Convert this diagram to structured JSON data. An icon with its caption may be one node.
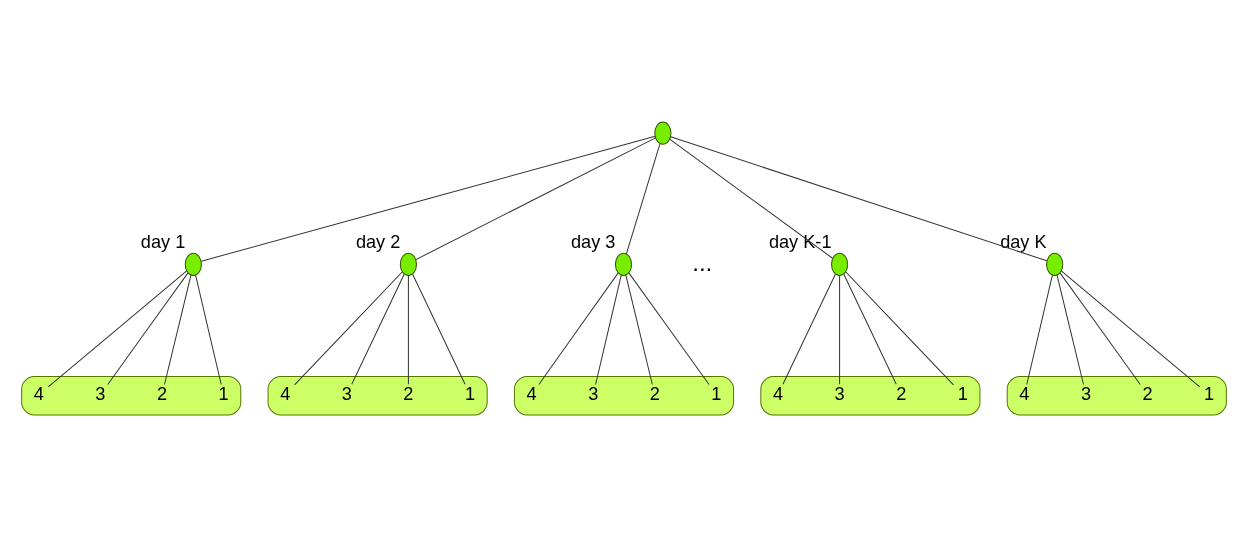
{
  "diagram": {
    "nodes": [
      {
        "text": [],
        "shape": "circle"
      },
      {
        "text": [],
        "shape": "circle",
        "beside": [
          "day 1"
        ]
      },
      {
        "text": [],
        "shape": "ellipse"
      },
      {
        "text": [
          "1"
        ],
        "in": 2
      },
      {
        "text": [
          "2"
        ],
        "in": 2
      },
      {
        "text": [
          "3"
        ],
        "in": 2
      },
      {
        "text": [
          "4"
        ],
        "in": 2
      },
      {
        "text": [],
        "shape": "circle",
        "beside": [
          "day 2"
        ]
      },
      {
        "text": [],
        "shape": "ellipse"
      },
      {
        "text": [
          "1"
        ],
        "in": 8
      },
      {
        "text": [
          "2"
        ],
        "in": 8
      },
      {
        "text": [
          "3"
        ],
        "in": 8
      },
      {
        "text": [
          "4"
        ],
        "in": 8
      },
      {
        "text": [],
        "shape": "circle",
        "beside": [
          "day 3"
        ]
      },
      {
        "text": [],
        "shape": "ellipse"
      },
      {
        "text": [
          "1"
        ],
        "in": 14
      },
      {
        "text": [
          "2"
        ],
        "in": 14
      },
      {
        "text": [
          "3"
        ],
        "in": 14
      },
      {
        "text": [
          "4"
        ],
        "in": 14
      },
      {
        "text": [],
        "shape": "circle",
        "beside": [
          "day K-1"
        ]
      },
      {
        "text": [],
        "shape": "ellipse"
      },
      {
        "text": [
          "1"
        ],
        "in": 20
      },
      {
        "text": [
          "2"
        ],
        "in": 20
      },
      {
        "text": [
          "3"
        ],
        "in": 20
      },
      {
        "text": [
          "4"
        ],
        "in": 20
      },
      {
        "text": [],
        "shape": "circle",
        "beside": [
          "day K"
        ]
      },
      {
        "text": [],
        "shape": "ellipse"
      },
      {
        "text": [
          "1"
        ],
        "in": 26
      },
      {
        "text": [
          "2"
        ],
        "in": 26
      },
      {
        "text": [
          "3"
        ],
        "in": 26
      },
      {
        "text": [
          "4"
        ],
        "in": 26
      }
    ],
    "edges": [
      {
        "from": 0,
        "to": 1,
        "arrow": "none"
      },
      {
        "from": 0,
        "to": 7,
        "arrow": "none"
      },
      {
        "from": 0,
        "to": 13,
        "arrow": "none"
      },
      {
        "from": 0,
        "to": 19,
        "arrow": "none"
      },
      {
        "from": 0,
        "to": 25,
        "arrow": "none"
      },
      {
        "from": 1,
        "to": 3,
        "arrow": "none"
      },
      {
        "from": 1,
        "to": 4,
        "arrow": "none"
      },
      {
        "from": 1,
        "to": 5,
        "arrow": "none"
      },
      {
        "from": 1,
        "to": 6,
        "arrow": "none"
      },
      {
        "from": 7,
        "to": 9,
        "arrow": "none"
      },
      {
        "from": 7,
        "to": 10,
        "arrow": "none"
      },
      {
        "from": 7,
        "to": 11,
        "arrow": "none"
      },
      {
        "from": 7,
        "to": 12,
        "arrow": "none"
      },
      {
        "from": 13,
        "to": 15,
        "arrow": "none"
      },
      {
        "from": 13,
        "to": 16,
        "arrow": "none"
      },
      {
        "from": 13,
        "to": 17,
        "arrow": "none"
      },
      {
        "from": 13,
        "to": 18,
        "arrow": "none"
      },
      {
        "from": 19,
        "to": 21,
        "arrow": "none"
      },
      {
        "from": 19,
        "to": 22,
        "arrow": "none"
      },
      {
        "from": 19,
        "to": 23,
        "arrow": "none"
      },
      {
        "from": 19,
        "to": 24,
        "arrow": "none"
      },
      {
        "from": 25,
        "to": 27,
        "arrow": "none"
      },
      {
        "from": 25,
        "to": 28,
        "arrow": "none"
      },
      {
        "from": 25,
        "to": 29,
        "arrow": "none"
      },
      {
        "from": 25,
        "to": 30,
        "arrow": "none"
      }
    ],
    "labels": [
      "..."
    ]
  }
}
